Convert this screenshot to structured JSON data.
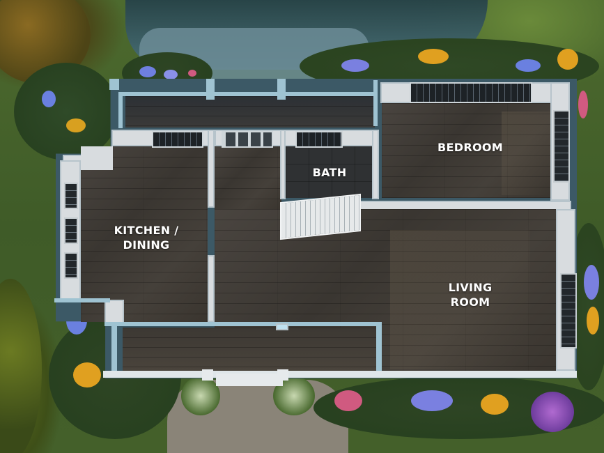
{
  "scene": {
    "type": "top-down floor plan (game build mode render)",
    "colors": {
      "grass": "#44602a",
      "wall_white": "#d8dcdf",
      "trim_blue": "#9fc3d2",
      "floor_dark_wood": "#3f3a34",
      "bath_tile": "#2f3133",
      "label_text": "#ffffff"
    }
  },
  "rooms": [
    {
      "id": "kitchen-dining",
      "label": "KITCHEN /\nDINING"
    },
    {
      "id": "bath",
      "label": "BATH"
    },
    {
      "id": "bedroom",
      "label": "BEDROOM"
    },
    {
      "id": "living-room",
      "label": "LIVING\nROOM"
    }
  ],
  "features": {
    "front_porch": "covered porch along bottom",
    "back_porch": "covered porch along top",
    "stairs": "staircase between bath and living room"
  }
}
